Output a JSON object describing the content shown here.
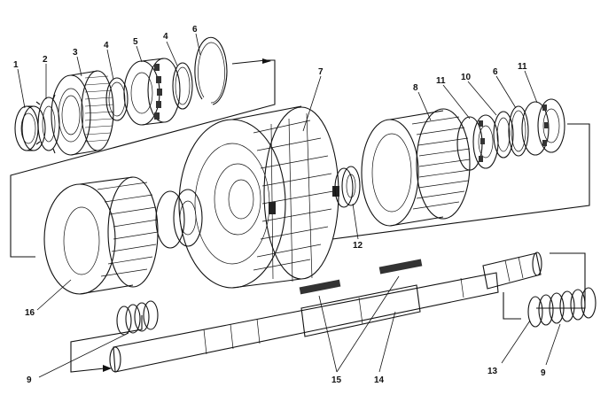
{
  "diagram": {
    "labels": [
      {
        "id": "1",
        "text": "1"
      },
      {
        "id": "2",
        "text": "2"
      },
      {
        "id": "3",
        "text": "3"
      },
      {
        "id": "4a",
        "text": "4"
      },
      {
        "id": "5",
        "text": "5"
      },
      {
        "id": "4b",
        "text": "4"
      },
      {
        "id": "6a",
        "text": "6"
      },
      {
        "id": "7",
        "text": "7"
      },
      {
        "id": "8",
        "text": "8"
      },
      {
        "id": "11a",
        "text": "11"
      },
      {
        "id": "10",
        "text": "10"
      },
      {
        "id": "6b",
        "text": "6"
      },
      {
        "id": "11b",
        "text": "11"
      },
      {
        "id": "12",
        "text": "12"
      },
      {
        "id": "16",
        "text": "16"
      },
      {
        "id": "9a",
        "text": "9"
      },
      {
        "id": "15",
        "text": "15"
      },
      {
        "id": "14",
        "text": "14"
      },
      {
        "id": "13",
        "text": "13"
      },
      {
        "id": "9b",
        "text": "9"
      }
    ]
  }
}
